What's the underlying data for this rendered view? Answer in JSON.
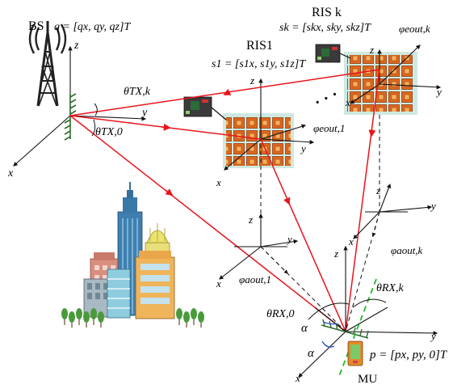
{
  "labels": {
    "bs": "BS",
    "bs_vec": "q = [qx, qy, qz]T",
    "ris_k": "RIS k",
    "ris_k_vec": "sk = [skx, sky, skz]T",
    "ris_1": "RIS1",
    "ris_1_vec": "s1 = [s1x, s1y, s1z]T",
    "mu": "MU",
    "mu_vec": "p = [px, py, 0]T",
    "theta_tx_k": "θTX,k",
    "theta_tx_0": "θTX,0",
    "theta_rx_0": "θRX,0",
    "theta_rx_k": "θRX,k",
    "phi_out_e_1": "φeout,1",
    "phi_out_e_k": "φeout,k",
    "phi_out_a_1": "φaout,1",
    "phi_out_a_k": "φaout,k",
    "alpha_1": "α",
    "alpha_2": "α",
    "dots": "· · ·"
  },
  "axes": {
    "x": "x",
    "y": "y",
    "z": "z"
  },
  "colors": {
    "link": "#e8141c",
    "ris_tile": "#e0661c",
    "ris_panel": "#c8e8e0",
    "antenna": "#333333",
    "green_dash": "#22bb22",
    "tree": "#4a9a3a",
    "arc_blue": "#3355cc"
  },
  "icons": [
    "tower-icon",
    "ris-controller-icon",
    "building-icon",
    "tree-icon",
    "phone-icon"
  ]
}
